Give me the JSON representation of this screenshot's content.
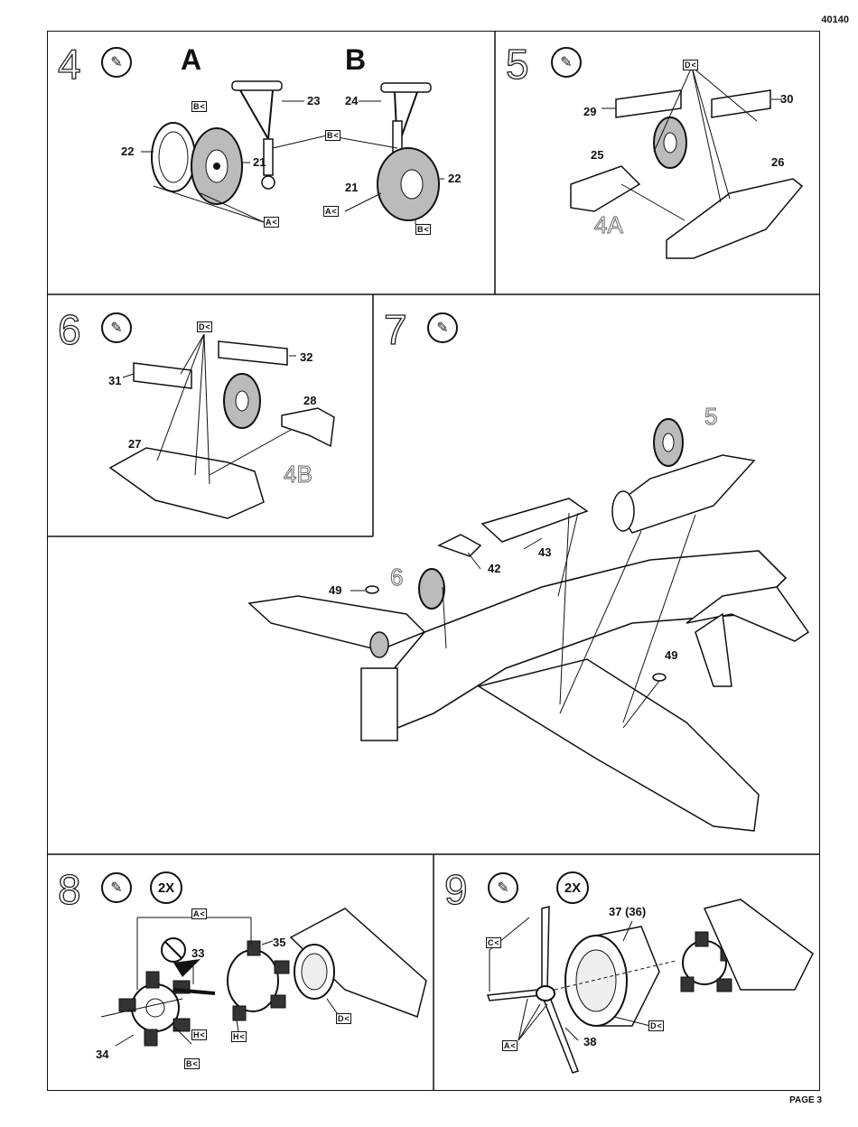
{
  "header": {
    "doc_id": "40140"
  },
  "footer": {
    "page": "PAGE 3"
  },
  "steps": {
    "s4": {
      "num": "4",
      "title_a": "A",
      "title_b": "B",
      "labels": [
        "22",
        "21",
        "23",
        "24",
        "21",
        "22"
      ],
      "tags": [
        "B",
        "B",
        "A",
        "A",
        "B"
      ]
    },
    "s5": {
      "num": "5",
      "labels": [
        "29",
        "30",
        "25",
        "26"
      ],
      "tags": [
        "D"
      ],
      "ghost": "4A"
    },
    "s6": {
      "num": "6",
      "labels": [
        "31",
        "32",
        "28",
        "27"
      ],
      "tags": [
        "D"
      ],
      "ghost": "4B"
    },
    "s7": {
      "num": "7",
      "labels": [
        "49",
        "42",
        "43",
        "49"
      ],
      "ghost_a": "5",
      "ghost_b": "6"
    },
    "s8": {
      "num": "8",
      "mult": "2X",
      "labels": [
        "33",
        "35",
        "34"
      ],
      "tags": [
        "A",
        "H",
        "H",
        "B",
        "D"
      ]
    },
    "s9": {
      "num": "9",
      "mult": "2X",
      "labels": [
        "37 (36)",
        "38"
      ],
      "tags": [
        "C",
        "A",
        "D"
      ]
    }
  }
}
